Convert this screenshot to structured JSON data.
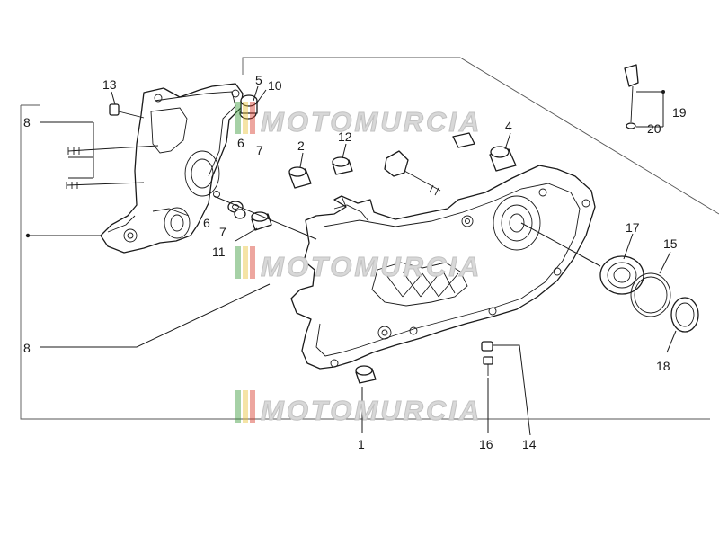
{
  "diagram": {
    "callouts": {
      "c1": "1",
      "c2": "2",
      "c4": "4",
      "c5": "5",
      "c6a": "6",
      "c6b": "6",
      "c7a": "7",
      "c7b": "7",
      "c8a": "8",
      "c8b": "8",
      "c10": "10",
      "c11": "11",
      "c12": "12",
      "c13": "13",
      "c14": "14",
      "c15": "15",
      "c16": "16",
      "c17": "17",
      "c18": "18",
      "c19": "19",
      "c20": "20"
    },
    "watermark": "MOTOMURCIA",
    "colors": {
      "line": "#1a1a1a",
      "watermark_flag_green": "#3a9a3a",
      "watermark_flag_red": "#d83a2a",
      "watermark_flag_yellow": "#e8c33a"
    }
  }
}
